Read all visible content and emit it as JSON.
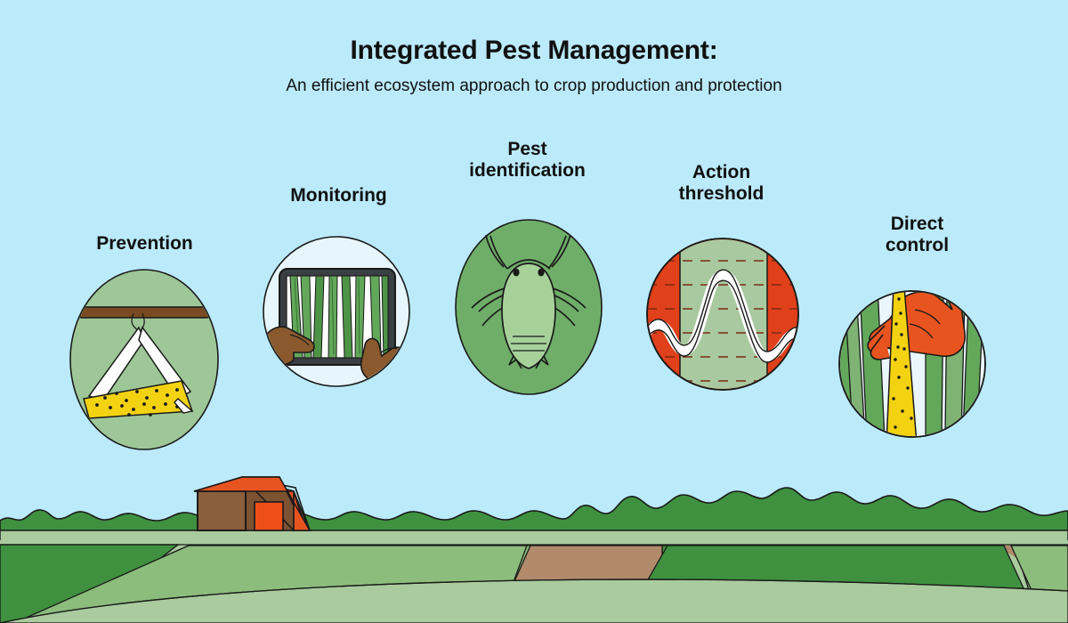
{
  "header": {
    "title": "Integrated Pest Management:",
    "subtitle": "An efficient ecosystem approach to crop production and protection"
  },
  "steps": [
    {
      "id": "prevention",
      "label": "Prevention",
      "icon": "sticky-delta-trap-icon",
      "circle_fill": "#9ec798"
    },
    {
      "id": "monitoring",
      "label": "Monitoring",
      "icon": "tablet-in-hands-icon",
      "circle_fill": "#e7f6fc"
    },
    {
      "id": "pest-identification",
      "label": "Pest\nidentification",
      "icon": "aphid-icon",
      "circle_fill": "#6fae69"
    },
    {
      "id": "action-threshold",
      "label": "Action\nthreshold",
      "icon": "threshold-graph-icon",
      "circle_fill": "#e0401a"
    },
    {
      "id": "direct-control",
      "label": "Direct\ncontrol",
      "icon": "gloved-hand-trap-icon",
      "circle_fill": "#eaf6fb"
    }
  ],
  "scene": {
    "barn": "barn-icon",
    "treeline": "treeline",
    "fields": "crop-fields"
  },
  "colors": {
    "sky": "#bbeafa",
    "outline": "#1a1a1a",
    "circle_green": "#9ec798",
    "circle_green_dark": "#6fae69",
    "circle_pale": "#e7f6fc",
    "threshold_red": "#e0401a",
    "threshold_green": "#a9c9a0",
    "leaf_green": "#63a85a",
    "leaf_green_dark": "#4e9447",
    "sticky_yellow": "#f2d211",
    "glove_orange": "#e8541f",
    "skin_brown": "#8a5a2e",
    "barn_wall": "#8b5e3c",
    "barn_roof": "#e8541f",
    "treeline_green": "#3f9140",
    "field_light": "#a9cb9e",
    "field_mid": "#8cbd7c",
    "field_dark": "#3f9140",
    "field_soil": "#b08a6a",
    "tablet_frame": "#3a3f44",
    "aphid_body": "#a6d29a",
    "text": "#111111"
  }
}
